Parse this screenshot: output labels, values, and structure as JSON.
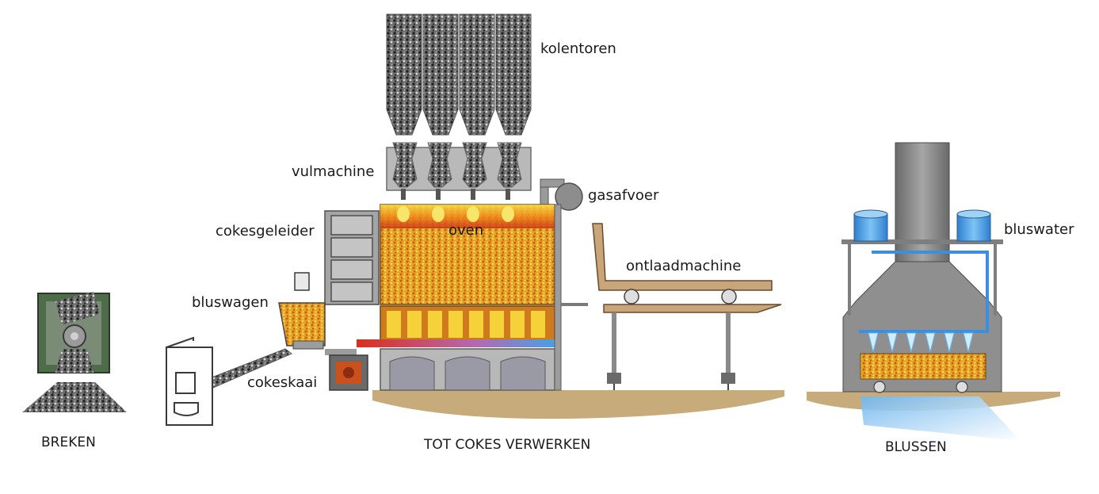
{
  "labels": {
    "kolentoren": "kolentoren",
    "vulmachine": "vulmachine",
    "gasafvoer": "gasafvoer",
    "cokesgeleider": "cokesgeleider",
    "oven": "oven",
    "ontlaadmachine": "ontlaadmachine",
    "bluswagen": "bluswagen",
    "cokeskaai": "cokeskaai",
    "bluswater": "bluswater"
  },
  "captions": {
    "breken": "BREKEN",
    "tot_cokes": "TOT COKES VERWERKEN",
    "blussen": "BLUSSEN"
  },
  "colors": {
    "coal_dark": "#3a3a3a",
    "steel_grey": "#8e8e8e",
    "oven_orange": "#e9a21f",
    "ground": "#c7ab7a",
    "water_blue": "#5fa8e6"
  }
}
